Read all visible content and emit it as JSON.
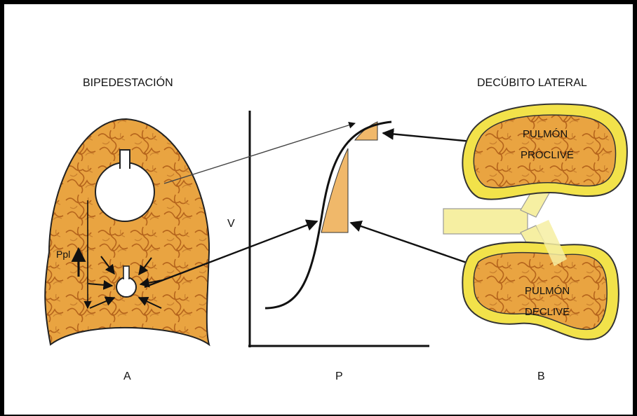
{
  "labels": {
    "title_left": "BIPEDESTACIÓN",
    "title_right": "DECÚBITO LATERAL",
    "pleural_pressure": "Ppl",
    "axis_y": "V",
    "axis_x": "P",
    "panel_a": "A",
    "panel_b": "B",
    "upper_lung_line1": "PULMÓN",
    "upper_lung_line2": "PROCLIVE",
    "lower_lung_line1": "PULMÓN",
    "lower_lung_line2": "DECLIVE"
  },
  "colors": {
    "tissue": "#e9a441",
    "tissue_vein": "#b5641c",
    "pleura_ring": "#f2e24a",
    "trachea": "#f6efa2",
    "shade": "#f0b86a",
    "ink": "#111111"
  }
}
